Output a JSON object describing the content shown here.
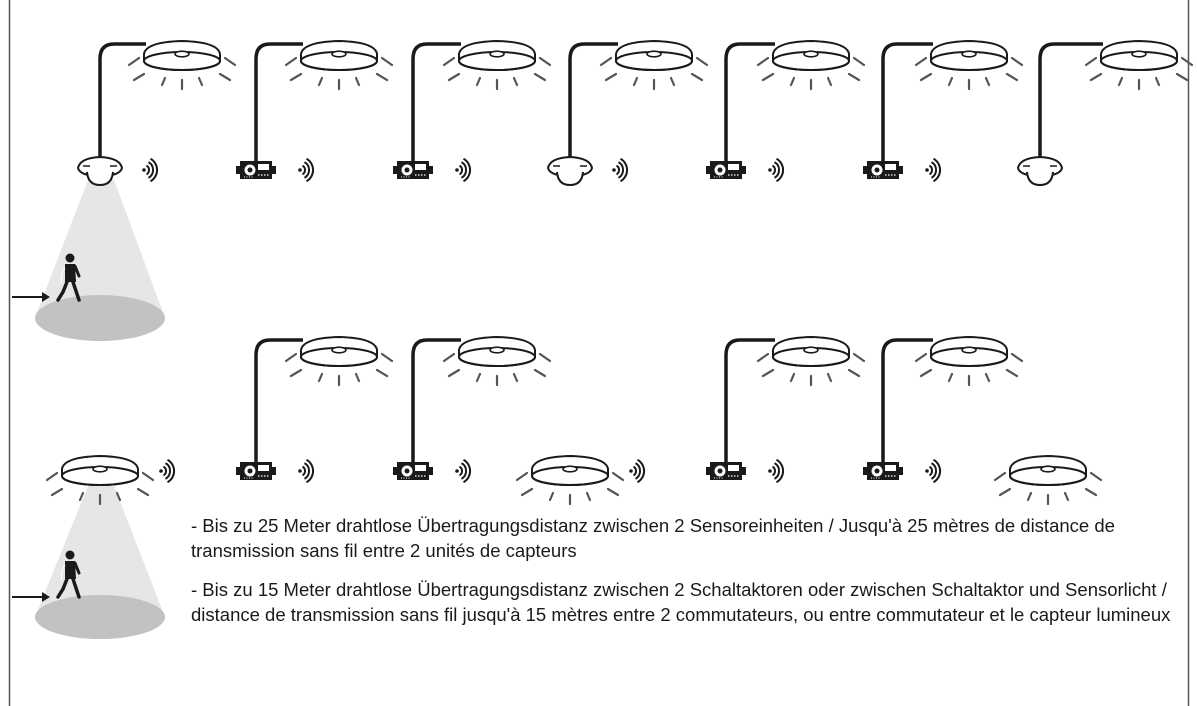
{
  "diagram": {
    "rows": [
      {
        "id": "top",
        "units": [
          "sensor-dome",
          "switch-actuator",
          "switch-actuator",
          "sensor-dome",
          "switch-actuator",
          "switch-actuator",
          "sensor-dome"
        ]
      },
      {
        "id": "bottom",
        "units": [
          "sensor-light",
          "switch-actuator",
          "switch-actuator",
          "sensor-light",
          "switch-actuator",
          "switch-actuator",
          "sensor-light"
        ]
      }
    ],
    "icons": [
      "ceiling-light-icon",
      "motion-sensor-icon",
      "switch-actuator-icon",
      "wireless-signal-icon",
      "walking-person-icon",
      "arrow-icon"
    ],
    "colors": {
      "line": "#1a1a1a",
      "beam": "#cfcfcf",
      "floor": "#c2c2c2"
    }
  },
  "notes": [
    "- Bis zu 25 Meter drahtlose Übertragungsdistanz zwischen 2 Sensoreinheiten / Jusqu'à 25 mètres de distance de transmission sans fil entre 2 unités de capteurs",
    "- Bis zu 15 Meter drahtlose Übertragungsdistanz zwischen 2 Schaltaktoren oder zwischen Schaltaktor und Sensorlicht / distance de transmission sans fil jusqu'à 15 mètres entre 2 commutateurs, ou entre commutateur et le capteur lumineux"
  ]
}
